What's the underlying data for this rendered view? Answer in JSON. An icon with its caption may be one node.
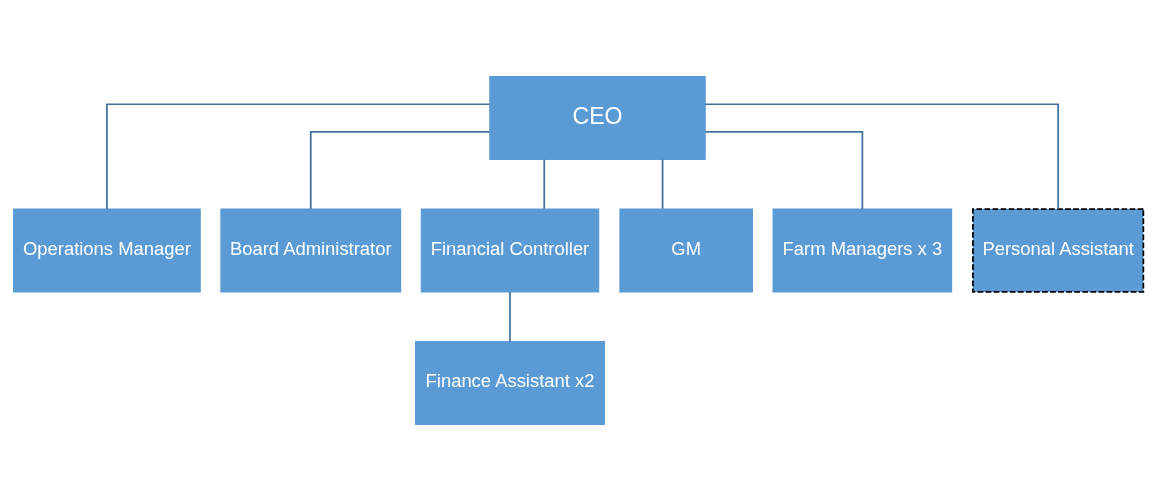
{
  "diagram": {
    "nodes": [
      {
        "text": [
          "CEO"
        ]
      },
      {
        "text": [
          "Operations Manager"
        ]
      },
      {
        "text": [
          "Board Administrator"
        ]
      },
      {
        "text": [
          "Financial Controller"
        ]
      },
      {
        "text": [
          "GM"
        ]
      },
      {
        "text": [
          "Farm Managers x 3"
        ]
      },
      {
        "text": [
          "Personal Assistant"
        ]
      },
      {
        "text": [
          "Finance Assistant x2"
        ]
      }
    ],
    "edges": [
      {
        "from": 0,
        "to": 1,
        "arrow": "none"
      },
      {
        "from": 0,
        "to": 2,
        "arrow": "none"
      },
      {
        "from": 0,
        "to": 3,
        "arrow": "none"
      },
      {
        "from": 0,
        "to": 4,
        "arrow": "none"
      },
      {
        "from": 0,
        "to": 5,
        "arrow": "none"
      },
      {
        "from": 0,
        "to": 6,
        "arrow": "none"
      },
      {
        "from": 3,
        "to": 7,
        "arrow": "none"
      }
    ]
  }
}
